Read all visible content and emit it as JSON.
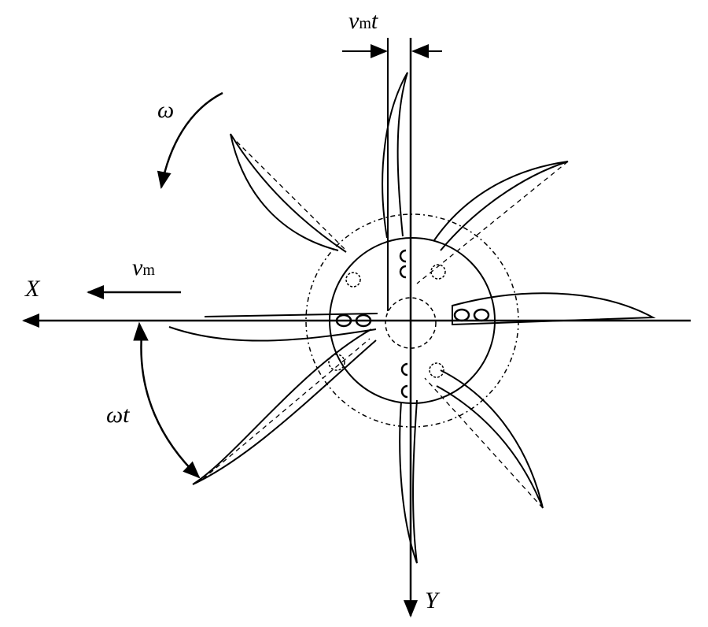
{
  "labels": {
    "omega": "ω",
    "v": "v",
    "m": "m",
    "x_axis": "X",
    "y_axis": "Y",
    "omega_t": "ωt",
    "t": "t"
  },
  "colors": {
    "stroke": "#000000",
    "background": "#ffffff"
  }
}
